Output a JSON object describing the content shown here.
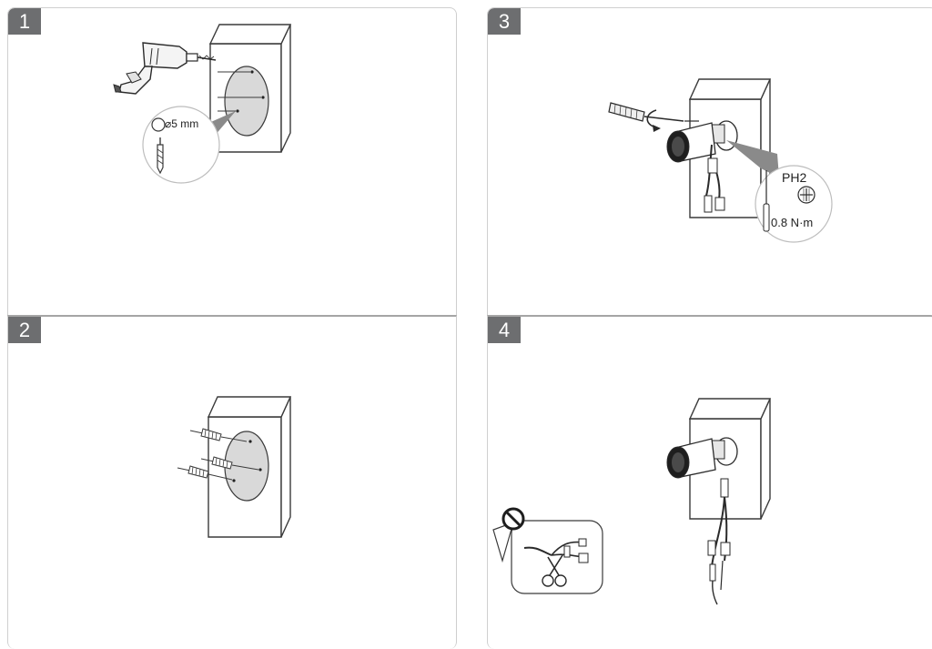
{
  "steps": [
    {
      "number": "1",
      "drill_size_label": "⌀5 mm"
    },
    {
      "number": "2"
    },
    {
      "number": "3",
      "bit_type": "PH2",
      "torque": "0.8 N·m"
    },
    {
      "number": "4"
    }
  ],
  "colors": {
    "badge": "#6d6e70",
    "hole_fill": "#d9d9d9",
    "callout_gray": "#8a8a8a",
    "line": "#3a3a3a"
  },
  "icons": {
    "step1": [
      "drill-icon",
      "wall-plate-icon",
      "drill-bit-icon"
    ],
    "step2": [
      "wall-anchor-icon"
    ],
    "step3": [
      "screwdriver-icon",
      "camera-icon",
      "phillips-head-icon"
    ],
    "step4": [
      "camera-icon",
      "prohibited-icon",
      "scissors-icon",
      "cable-bundle-icon"
    ]
  }
}
